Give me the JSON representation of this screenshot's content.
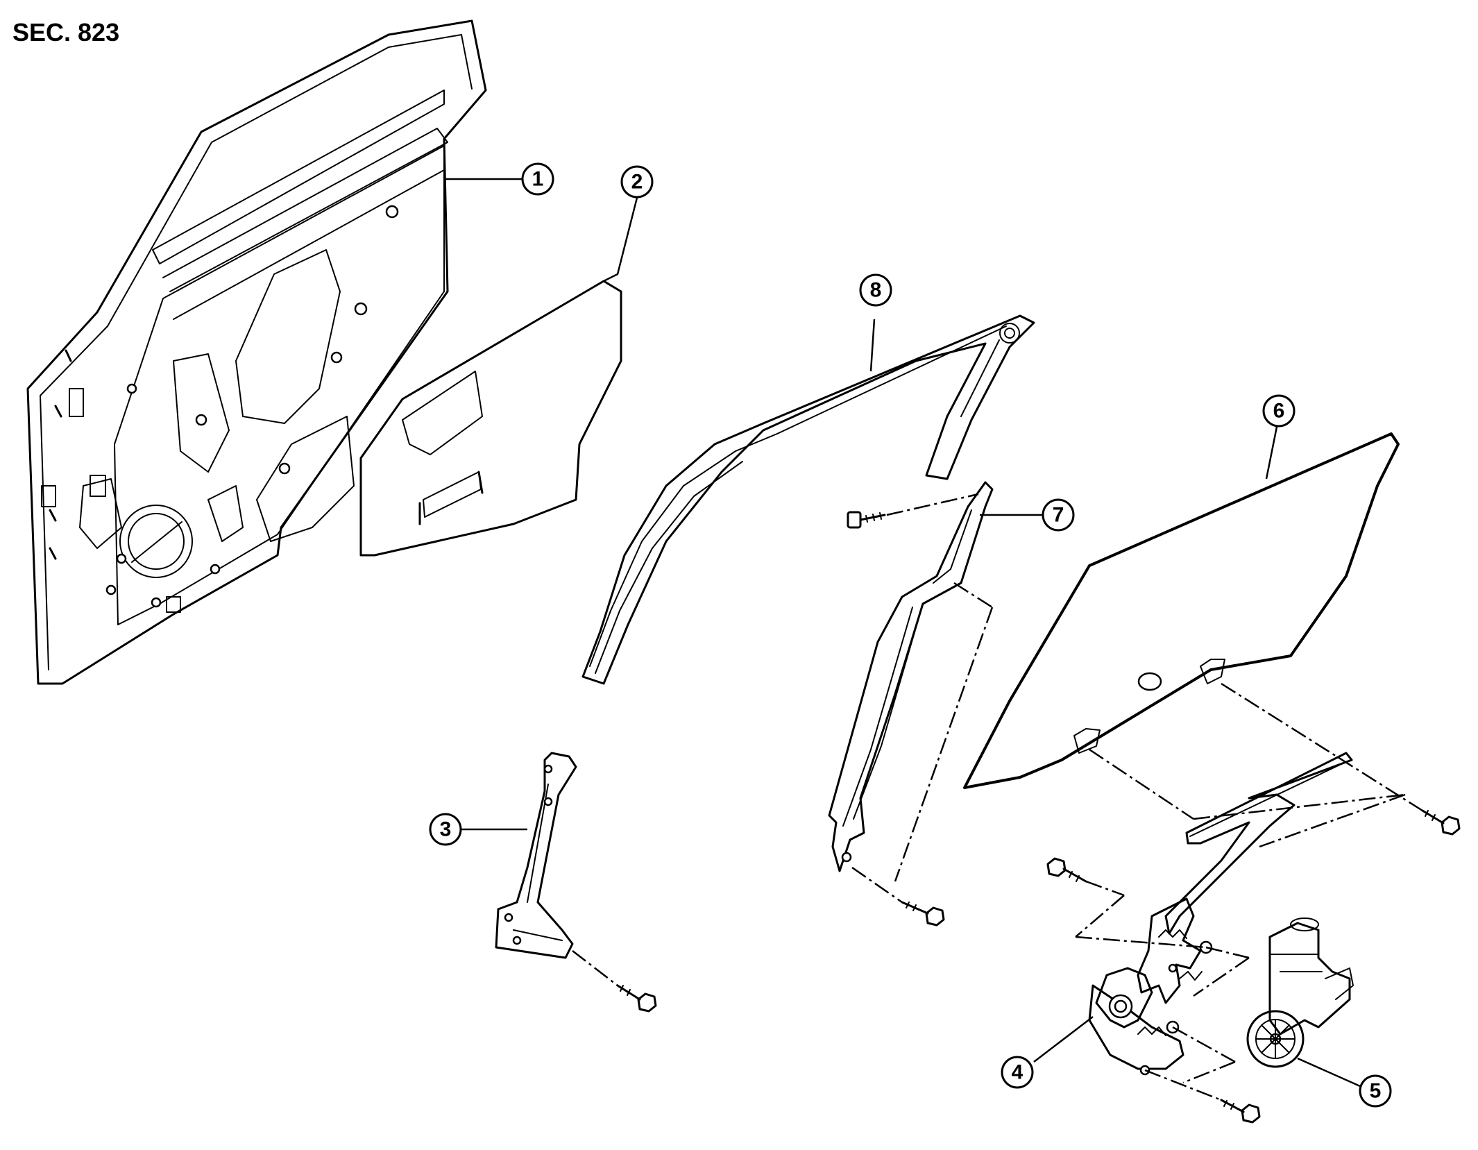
{
  "section_title": "SEC. 823",
  "callouts": [
    "1",
    "2",
    "3",
    "4",
    "5",
    "6",
    "7",
    "8"
  ]
}
